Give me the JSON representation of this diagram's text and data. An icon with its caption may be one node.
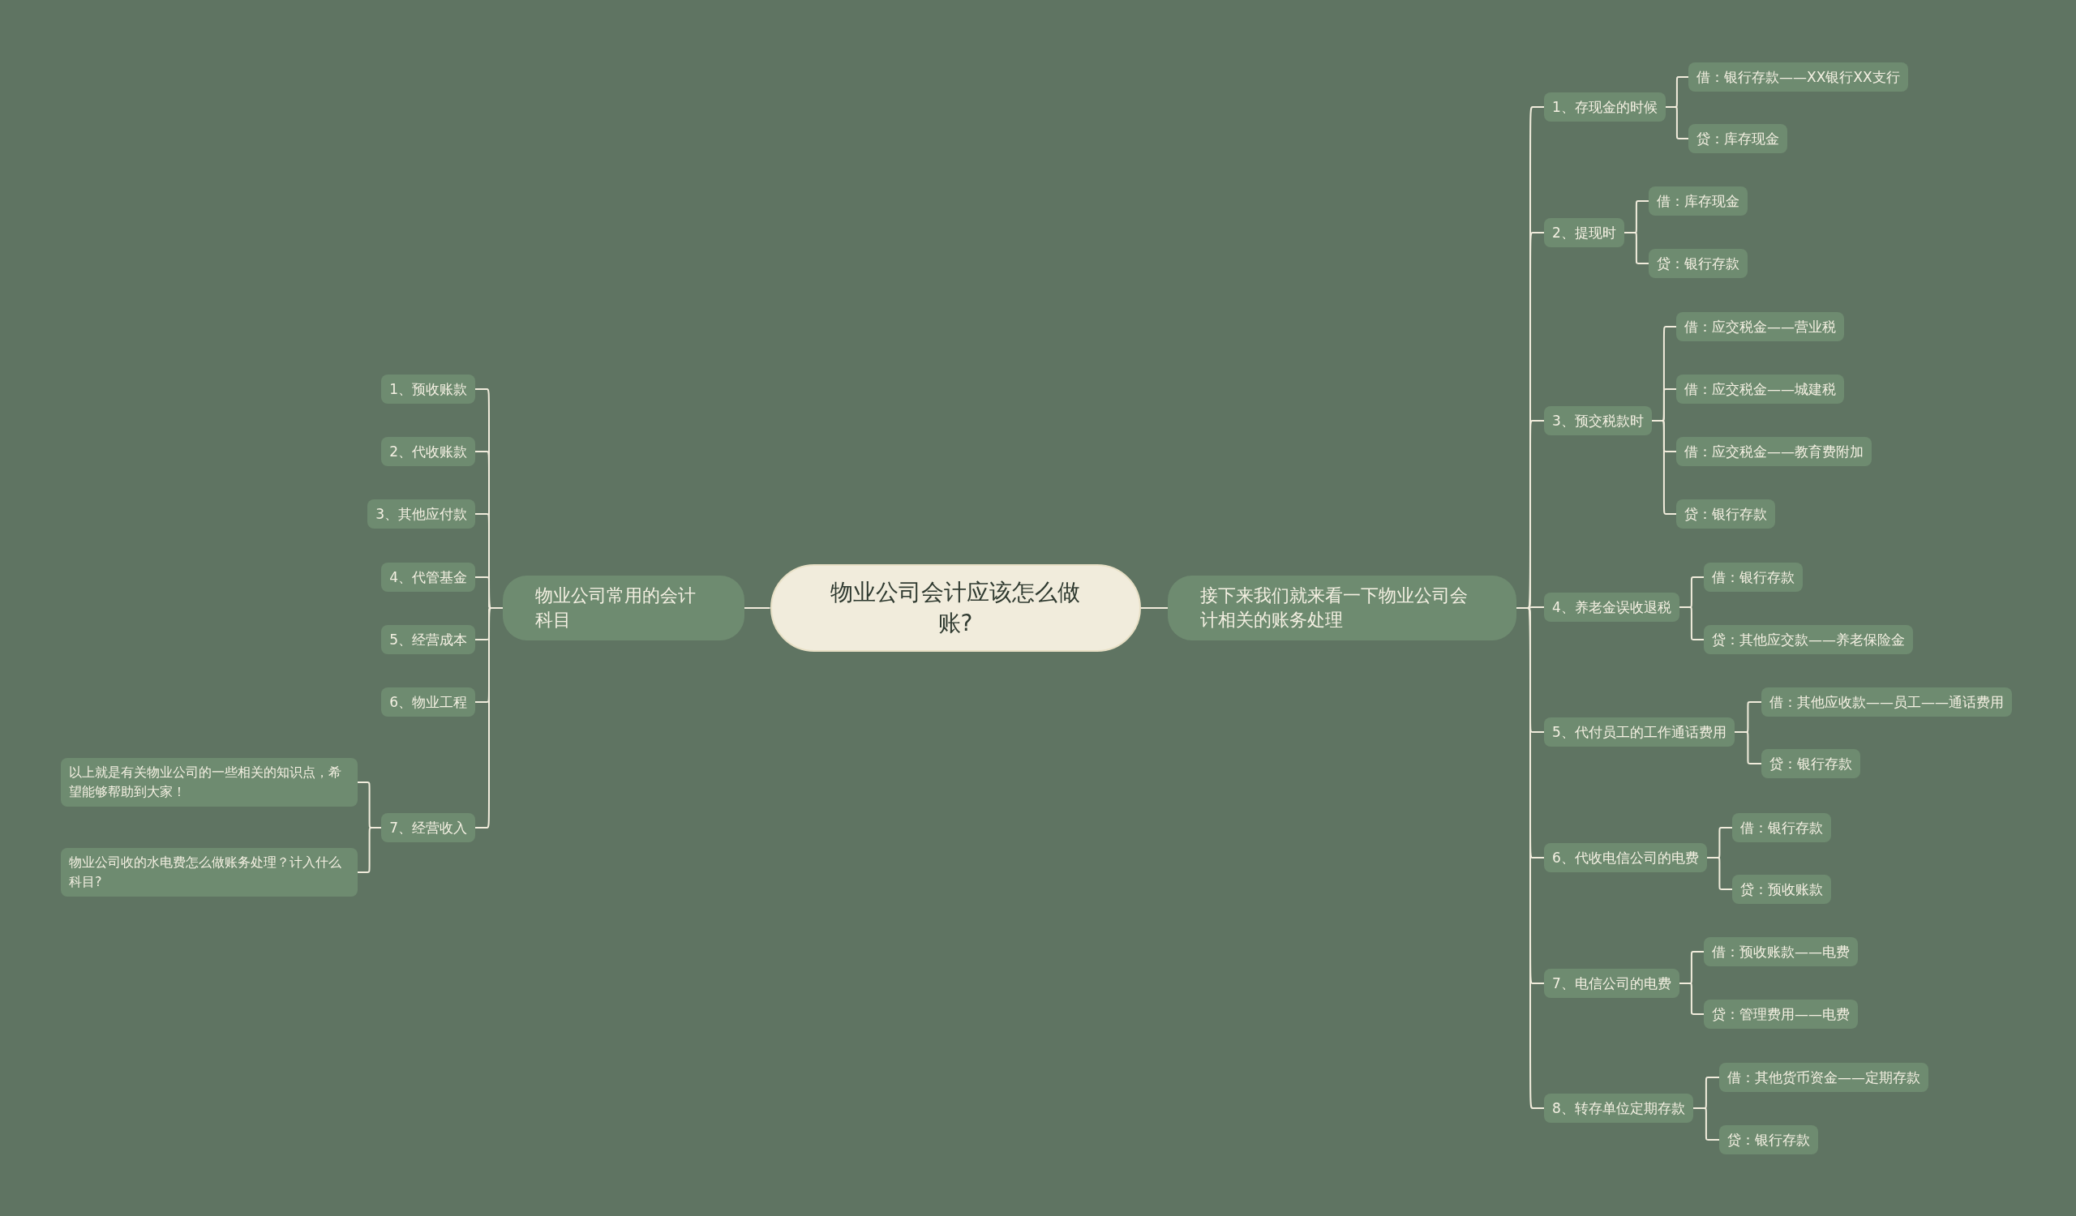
{
  "diagram": {
    "nodes": [
      {
        "text": [
          "物业公司会计应该怎么做账?"
        ]
      },
      {
        "text": [
          "物业公司常用的会计科目"
        ]
      },
      {
        "text": [
          "1、预收账款"
        ]
      },
      {
        "text": [
          "2、代收账款"
        ]
      },
      {
        "text": [
          "3、其他应付款"
        ]
      },
      {
        "text": [
          "4、代管基金"
        ]
      },
      {
        "text": [
          "5、经营成本"
        ]
      },
      {
        "text": [
          "6、物业工程"
        ]
      },
      {
        "text": [
          "7、经营收入"
        ]
      },
      {
        "text": [
          "以上就是有关物业公司的一些相关的知识点，希望能够帮助到大家！"
        ]
      },
      {
        "text": [
          "物业公司收的水电费怎么做账务处理？计入什么科目?"
        ]
      },
      {
        "text": [
          "接下来我们就来看一下物业公司会计相关的账务处理"
        ]
      },
      {
        "text": [
          "1、存现金的时候"
        ]
      },
      {
        "text": [
          "借：银行存款——XX银行XX支行"
        ]
      },
      {
        "text": [
          "贷：库存现金"
        ]
      },
      {
        "text": [
          "2、提现时"
        ]
      },
      {
        "text": [
          "借：库存现金"
        ]
      },
      {
        "text": [
          "贷：银行存款"
        ]
      },
      {
        "text": [
          "3、预交税款时"
        ]
      },
      {
        "text": [
          "借：应交税金——营业税"
        ]
      },
      {
        "text": [
          "借：应交税金——城建税"
        ]
      },
      {
        "text": [
          "借：应交税金——教育费附加"
        ]
      },
      {
        "text": [
          "贷：银行存款"
        ]
      },
      {
        "text": [
          "4、养老金误收退税"
        ]
      },
      {
        "text": [
          "借：银行存款"
        ]
      },
      {
        "text": [
          "贷：其他应交款——养老保险金"
        ]
      },
      {
        "text": [
          "5、代付员工的工作通话费用"
        ]
      },
      {
        "text": [
          "借：其他应收款——员工——通话费用"
        ]
      },
      {
        "text": [
          "贷：银行存款"
        ]
      },
      {
        "text": [
          "6、代收电信公司的电费"
        ]
      },
      {
        "text": [
          "借：银行存款"
        ]
      },
      {
        "text": [
          "贷：预收账款"
        ]
      },
      {
        "text": [
          "7、电信公司的电费"
        ]
      },
      {
        "text": [
          "借：预收账款——电费"
        ]
      },
      {
        "text": [
          "贷：管理费用——电费"
        ]
      },
      {
        "text": [
          "8、转存单位定期存款"
        ]
      },
      {
        "text": [
          "借：其他货币资金——定期存款"
        ]
      },
      {
        "text": [
          "贷：银行存款"
        ]
      }
    ],
    "edges": [
      {
        "from": 0,
        "to": 1,
        "arrow": "none"
      },
      {
        "from": 1,
        "to": 2,
        "arrow": "none"
      },
      {
        "from": 1,
        "to": 3,
        "arrow": "none"
      },
      {
        "from": 1,
        "to": 4,
        "arrow": "none"
      },
      {
        "from": 1,
        "to": 5,
        "arrow": "none"
      },
      {
        "from": 1,
        "to": 6,
        "arrow": "none"
      },
      {
        "from": 1,
        "to": 7,
        "arrow": "none"
      },
      {
        "from": 1,
        "to": 8,
        "arrow": "none"
      },
      {
        "from": 8,
        "to": 9,
        "arrow": "none"
      },
      {
        "from": 8,
        "to": 10,
        "arrow": "none"
      },
      {
        "from": 0,
        "to": 11,
        "arrow": "none"
      },
      {
        "from": 11,
        "to": 12,
        "arrow": "none"
      },
      {
        "from": 12,
        "to": 13,
        "arrow": "none"
      },
      {
        "from": 12,
        "to": 14,
        "arrow": "none"
      },
      {
        "from": 11,
        "to": 15,
        "arrow": "none"
      },
      {
        "from": 15,
        "to": 16,
        "arrow": "none"
      },
      {
        "from": 15,
        "to": 17,
        "arrow": "none"
      },
      {
        "from": 11,
        "to": 18,
        "arrow": "none"
      },
      {
        "from": 18,
        "to": 19,
        "arrow": "none"
      },
      {
        "from": 18,
        "to": 20,
        "arrow": "none"
      },
      {
        "from": 18,
        "to": 21,
        "arrow": "none"
      },
      {
        "from": 18,
        "to": 22,
        "arrow": "none"
      },
      {
        "from": 11,
        "to": 23,
        "arrow": "none"
      },
      {
        "from": 23,
        "to": 24,
        "arrow": "none"
      },
      {
        "from": 23,
        "to": 25,
        "arrow": "none"
      },
      {
        "from": 11,
        "to": 26,
        "arrow": "none"
      },
      {
        "from": 26,
        "to": 27,
        "arrow": "none"
      },
      {
        "from": 26,
        "to": 28,
        "arrow": "none"
      },
      {
        "from": 11,
        "to": 29,
        "arrow": "none"
      },
      {
        "from": 29,
        "to": 30,
        "arrow": "none"
      },
      {
        "from": 29,
        "to": 31,
        "arrow": "none"
      },
      {
        "from": 11,
        "to": 32,
        "arrow": "none"
      },
      {
        "from": 32,
        "to": 33,
        "arrow": "none"
      },
      {
        "from": 32,
        "to": 34,
        "arrow": "none"
      },
      {
        "from": 11,
        "to": 35,
        "arrow": "none"
      },
      {
        "from": 35,
        "to": 36,
        "arrow": "none"
      },
      {
        "from": 35,
        "to": 37,
        "arrow": "none"
      }
    ]
  }
}
